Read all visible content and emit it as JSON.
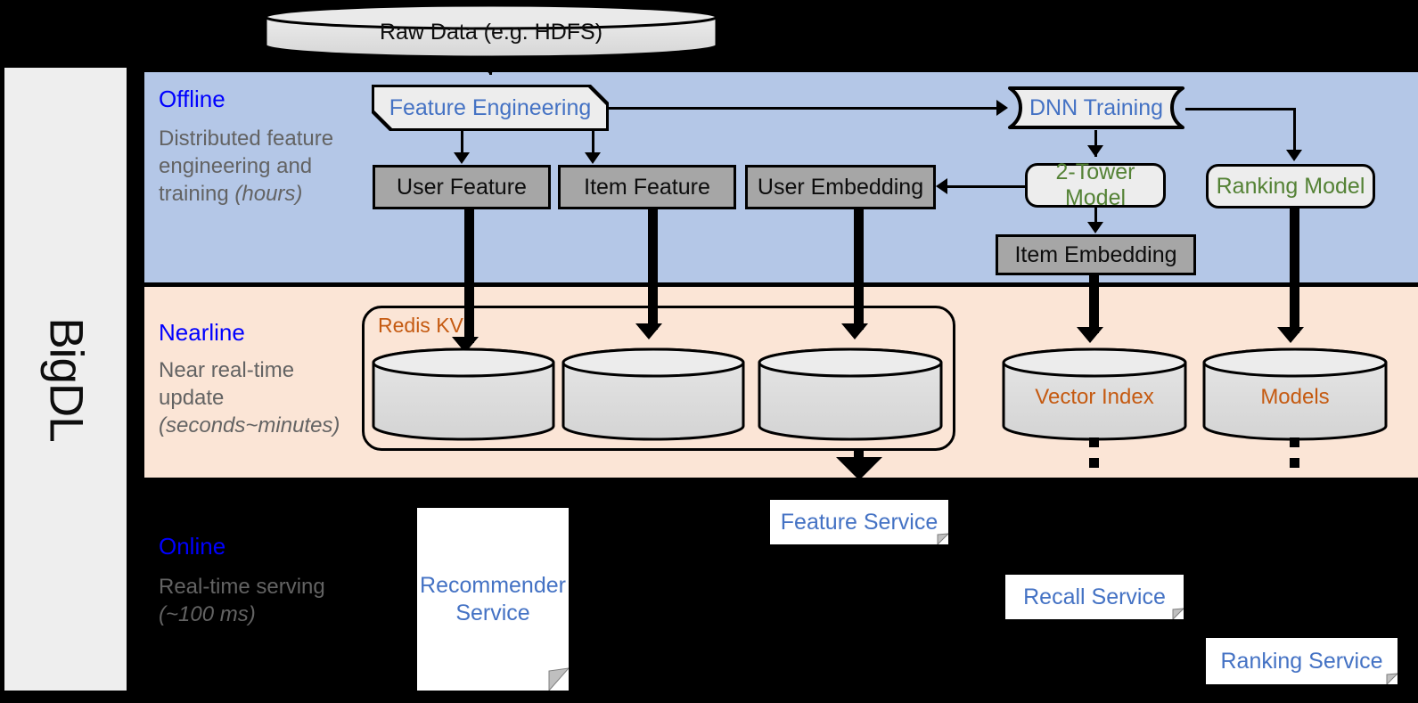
{
  "platform": {
    "name": "BigDL"
  },
  "source": {
    "label": "Raw Data (e.g. HDFS)"
  },
  "bands": {
    "offline": {
      "title": "Offline",
      "subtitle": "Distributed feature engineering and training (hours)"
    },
    "nearline": {
      "title": "Nearline",
      "subtitle": "Near real-time update (seconds~minutes)"
    },
    "online": {
      "title": "Online",
      "subtitle": "Real-time serving (~100 ms)"
    }
  },
  "offline_nodes": {
    "feature_engineering": "Feature Engineering",
    "dnn_training": "DNN Training",
    "user_feature": "User Feature",
    "item_feature": "Item Feature",
    "user_embedding": "User Embedding",
    "two_tower_model": "2-Tower Model",
    "ranking_model": "Ranking Model",
    "item_embedding": "Item Embedding"
  },
  "nearline_nodes": {
    "redis_kv": "Redis KV",
    "store_user_feature": "",
    "store_item_feature": "",
    "store_user_embedding": "",
    "vector_index": "Vector Index",
    "models": "Models"
  },
  "online_nodes": {
    "recommender_service": "Recommender Service",
    "feature_service": "Feature Service",
    "recall_service": "Recall Service",
    "ranking_service": "Ranking Service"
  },
  "colors": {
    "offline_band": "#b4c7e7",
    "nearline_band": "#fbe5d6",
    "online_band": "#000000",
    "band_title": "#0000ff",
    "band_subtitle": "#636363",
    "data_box": "#a6a6a6",
    "process_box": "#ededed",
    "process_text_blue": "#4472c4",
    "model_text_green": "#548235",
    "store_text_orange": "#c55a11",
    "rail": "#eeeeee"
  }
}
